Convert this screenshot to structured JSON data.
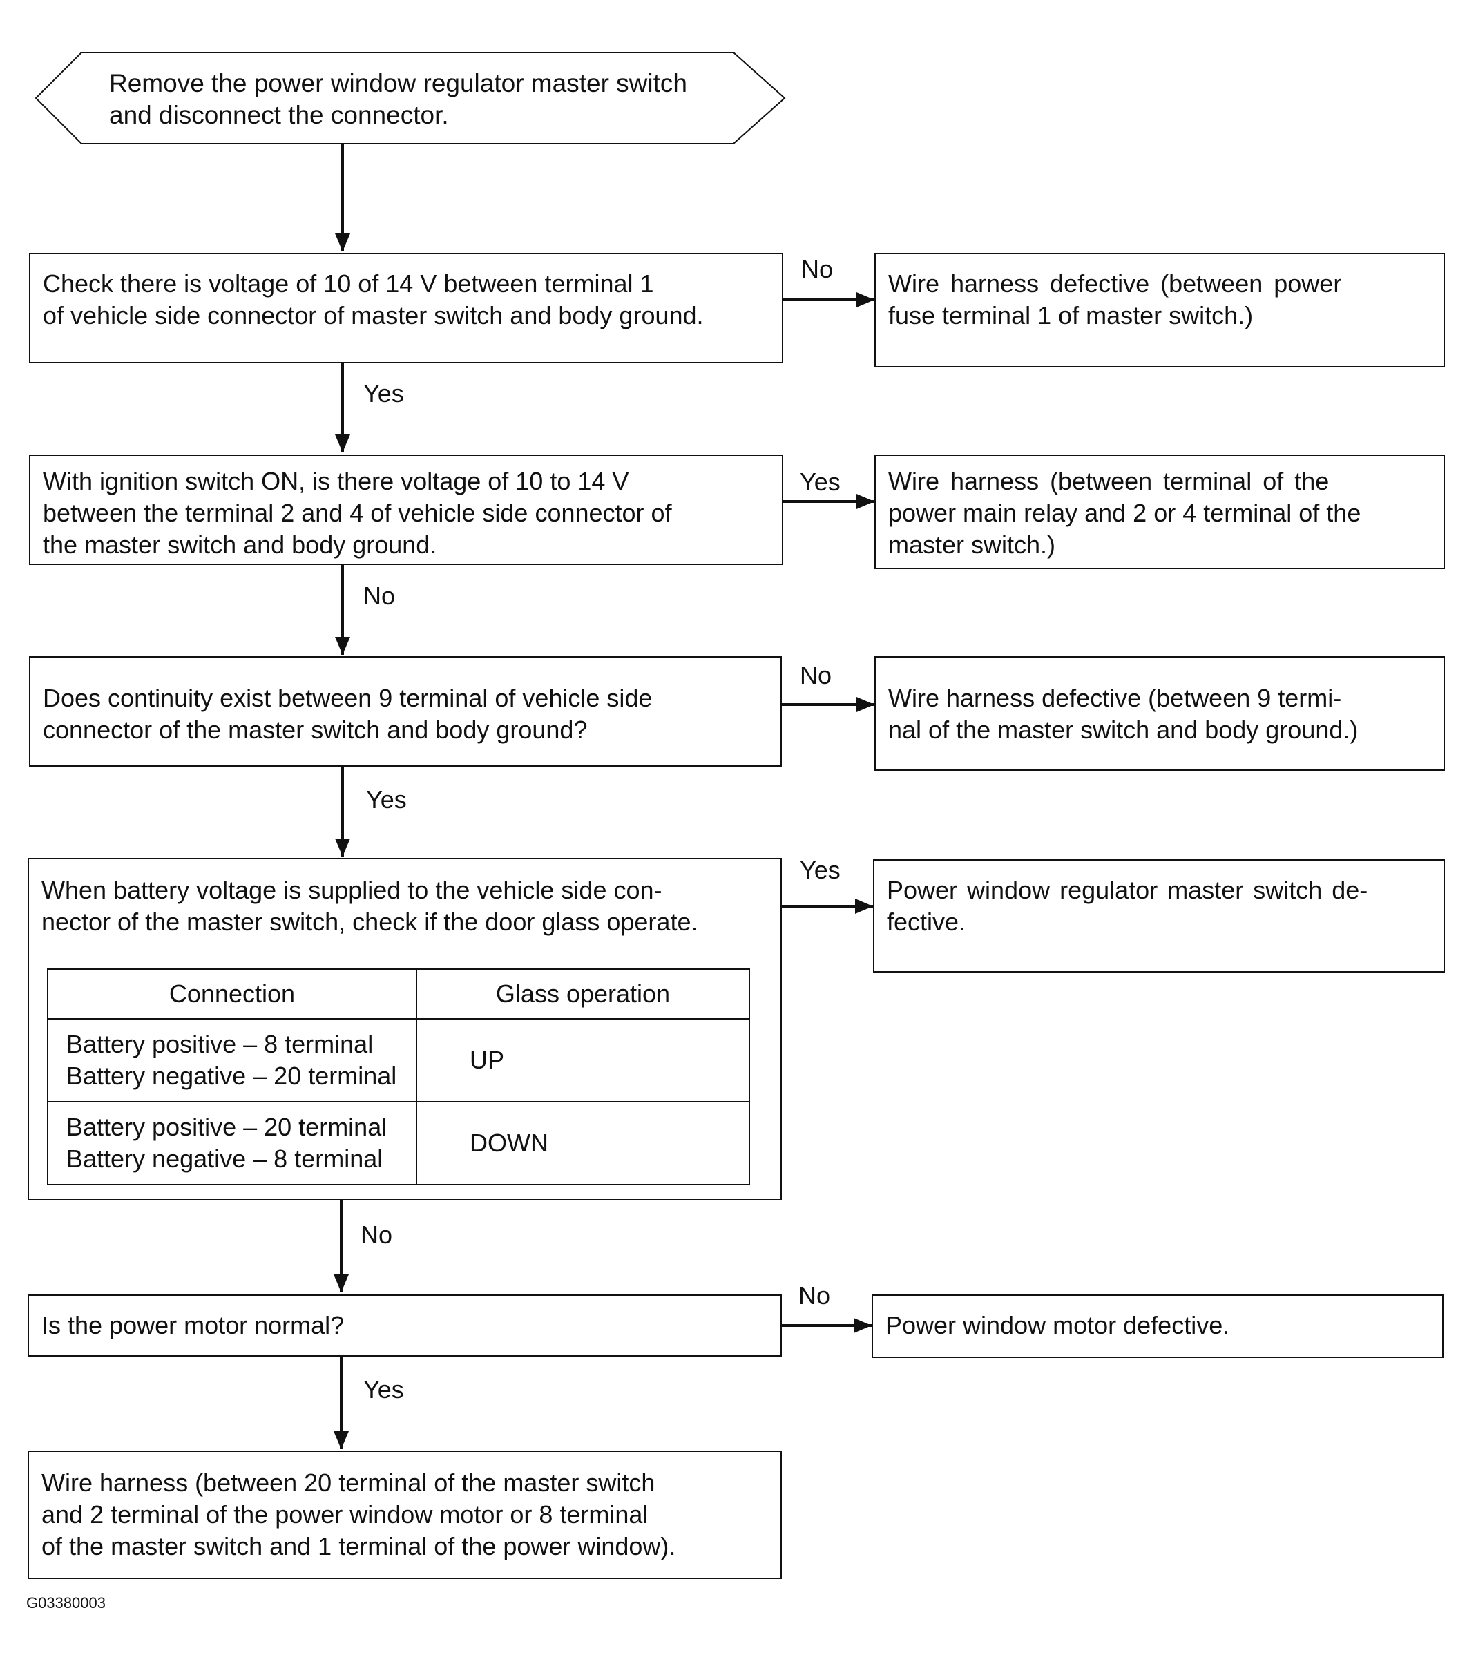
{
  "start": {
    "lines": [
      "Remove the power window regulator master switch",
      "and disconnect the connector."
    ]
  },
  "steps": [
    {
      "question": [
        "Check there is voltage of 10 of 14 V between terminal 1",
        "of vehicle side connector of master switch and body ground."
      ],
      "branch_label": "No",
      "result": [
        "Wire harness defective (between power",
        "fuse terminal 1 of master switch.)"
      ],
      "down_label": "Yes"
    },
    {
      "question": [
        "With ignition switch ON, is there voltage of 10 to 14 V",
        "between the terminal 2 and 4 of vehicle side connector of",
        "the master switch and body ground."
      ],
      "branch_label": "Yes",
      "result": [
        "Wire harness (between terminal of the",
        "power main relay and 2 or 4 terminal of the",
        "master switch.)"
      ],
      "down_label": "No"
    },
    {
      "question": [
        "Does continuity exist between 9 terminal of vehicle side",
        "connector of the master switch and body ground?"
      ],
      "branch_label": "No",
      "result": [
        "Wire harness defective (between 9 termi-",
        "nal of the master switch and body ground.)"
      ],
      "down_label": "Yes"
    },
    {
      "question": [
        "When battery voltage is supplied to the vehicle side con-",
        "nector of the master switch, check if the door glass operate."
      ],
      "branch_label": "Yes",
      "result": [
        "Power window regulator master switch de-",
        "fective."
      ],
      "down_label": "No"
    },
    {
      "question": [
        "Is the power motor normal?"
      ],
      "branch_label": "No",
      "result": [
        "Power window motor defective."
      ],
      "down_label": "Yes"
    }
  ],
  "connection_table": {
    "headers": [
      "Connection",
      "Glass operation"
    ],
    "rows": [
      {
        "connection": [
          "Battery positive – 8 terminal",
          "Battery negative – 20 terminal"
        ],
        "operation": "UP"
      },
      {
        "connection": [
          "Battery positive – 20 terminal",
          "Battery negative – 8 terminal"
        ],
        "operation": "DOWN"
      }
    ]
  },
  "final": {
    "lines": [
      "Wire harness (between 20 terminal of the master switch",
      "and 2 terminal of the power window motor or 8 terminal",
      "of the master switch and 1 terminal of the power window)."
    ]
  },
  "figure_id": "G03380003"
}
